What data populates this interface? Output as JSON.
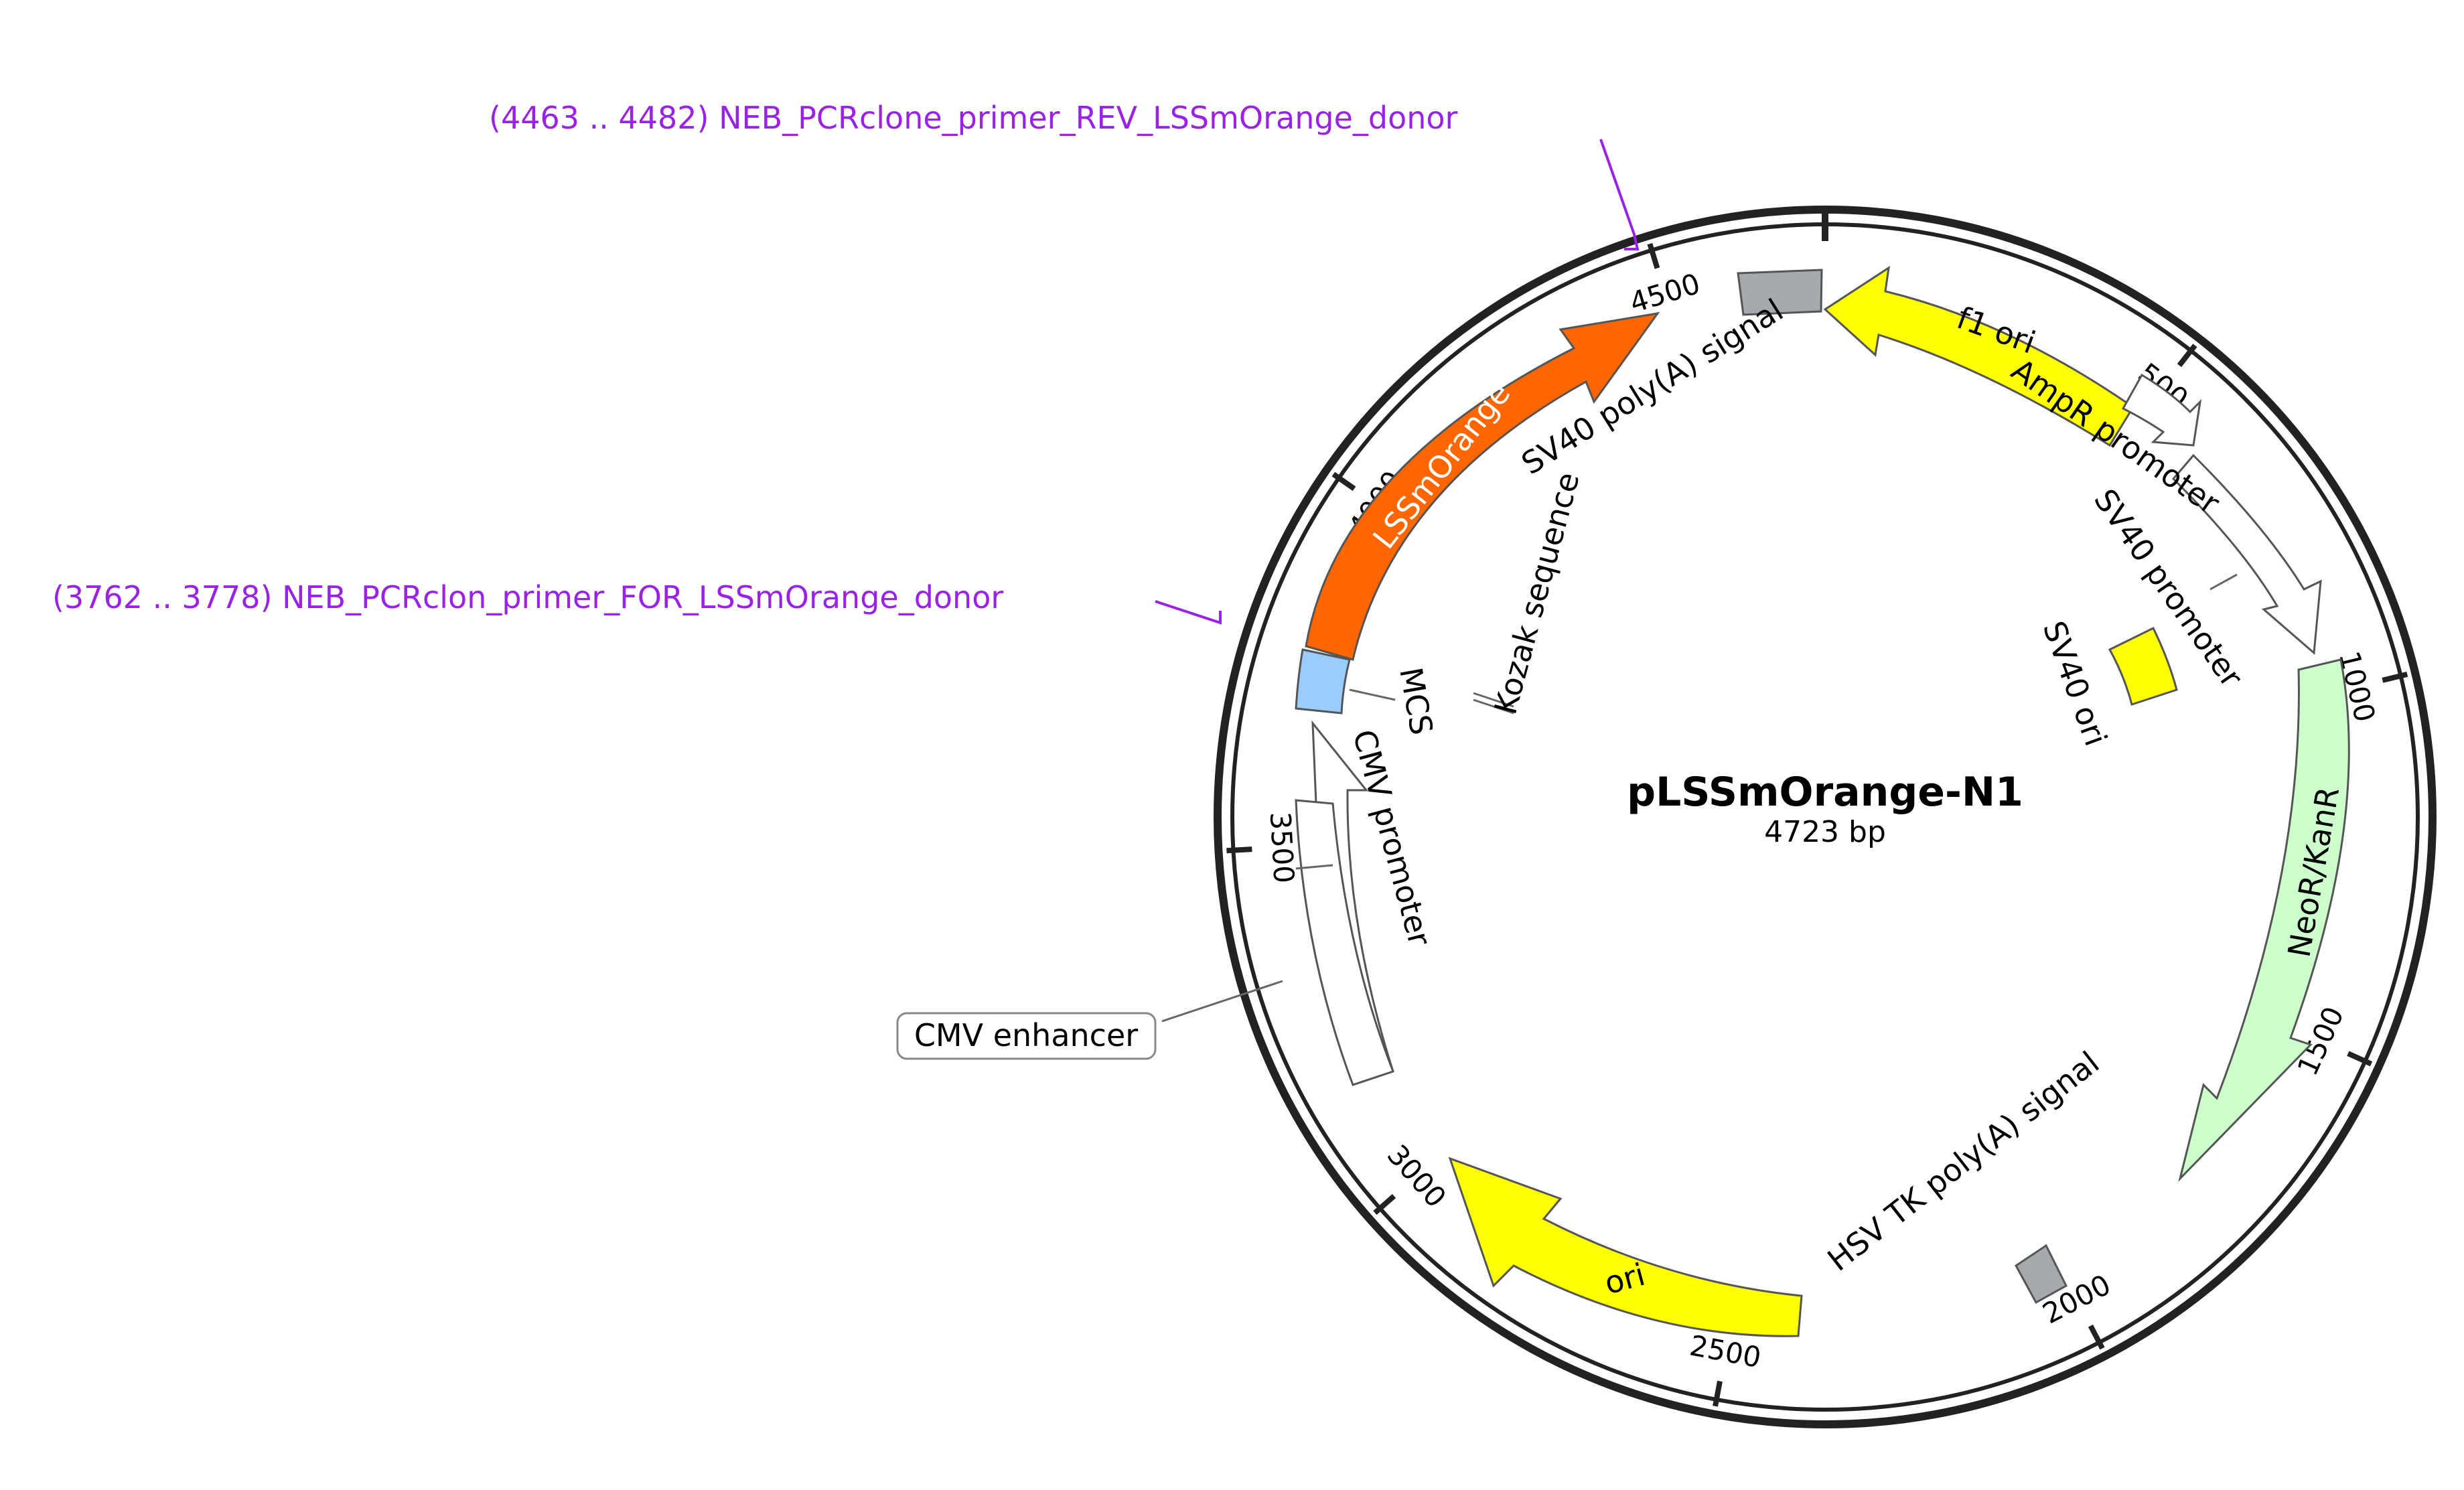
{
  "plasmid": {
    "name": "pLSSmOrange-N1",
    "size_label": "4723 bp",
    "length": 4723
  },
  "ticks": [
    "500",
    "1000",
    "1500",
    "2000",
    "2500",
    "3000",
    "3500",
    "4000",
    "4500"
  ],
  "tick_positions": [
    500,
    1000,
    1500,
    2000,
    2500,
    3000,
    3500,
    4000,
    4500
  ],
  "features": [
    {
      "label": "f1 ori",
      "color": "#ffff00",
      "text_color": "#000000"
    },
    {
      "label": "AmpR promoter",
      "color": "#ffffff",
      "text_color": "#000000"
    },
    {
      "label": "SV40 promoter",
      "color": "#ffffff",
      "text_color": "#000000"
    },
    {
      "label": "SV40 ori",
      "color": "#ffff00",
      "text_color": "#000000"
    },
    {
      "label": "NeoR/KanR",
      "color": "#ccffcc",
      "text_color": "#000000"
    },
    {
      "label": "HSV TK poly(A) signal",
      "color": "#a6a9ae",
      "text_color": "#000000"
    },
    {
      "label": "ori",
      "color": "#ffff00",
      "text_color": "#000000"
    },
    {
      "label": "CMV enhancer",
      "color": "#ffffff",
      "text_color": "#000000"
    },
    {
      "label": "CMV promoter",
      "color": "#ffffff",
      "text_color": "#000000"
    },
    {
      "label": "MCS",
      "color": "#99ccff",
      "text_color": "#000000"
    },
    {
      "label": "Kozak sequence",
      "color": "#ffffff",
      "text_color": "#000000"
    },
    {
      "label": "LSSmOrange",
      "color": "#ff6600",
      "text_color": "#ffffff"
    },
    {
      "label": "SV40 poly(A) signal",
      "color": "#a6a9ae",
      "text_color": "#000000"
    }
  ],
  "primers": [
    {
      "label": "(4463 .. 4482)  NEB_PCRclone_primer_REV_LSSmOrange_donor"
    },
    {
      "label": "(3762 .. 3778)  NEB_PCRclon_primer_FOR_LSSmOrange_donor"
    }
  ],
  "colors": {
    "primer": "#9a22e6",
    "backbone": "#222222"
  }
}
